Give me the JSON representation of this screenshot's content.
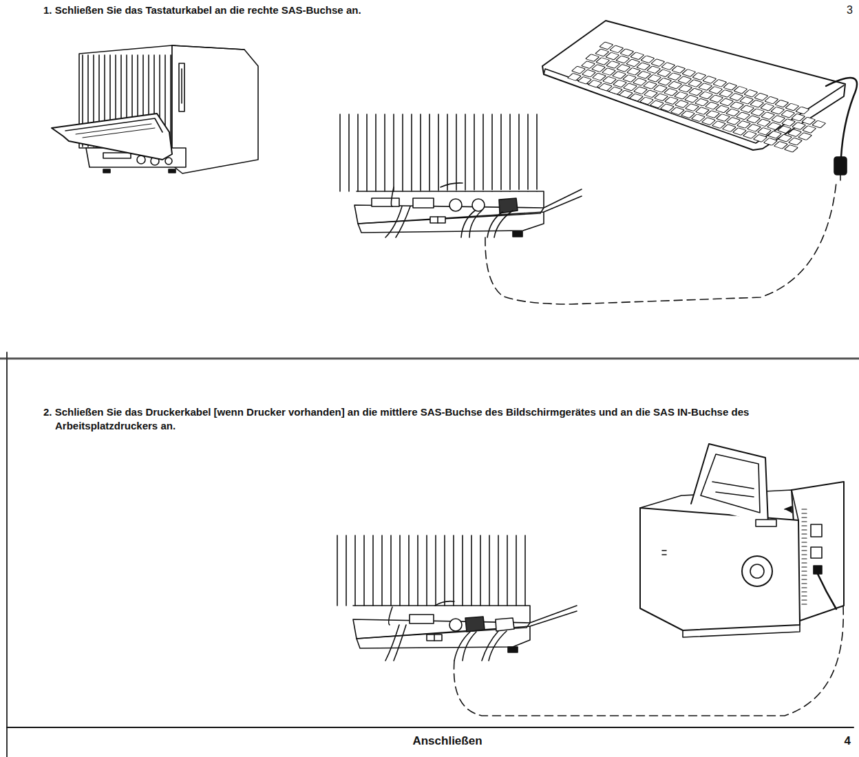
{
  "diagram": {
    "labels": [
      "1. Schließen Sie das Tastaturkabel an die rechte SAS-Buchse an.",
      "3",
      "2. Schließen Sie das Druckerkabel [wenn Drucker vorhanden] an die mittlere SAS-Buchse des Bildschirmgerätes und an die SAS IN-Buchse des Arbeitsplatzdruckers an.",
      "Anschließen",
      "4"
    ]
  }
}
